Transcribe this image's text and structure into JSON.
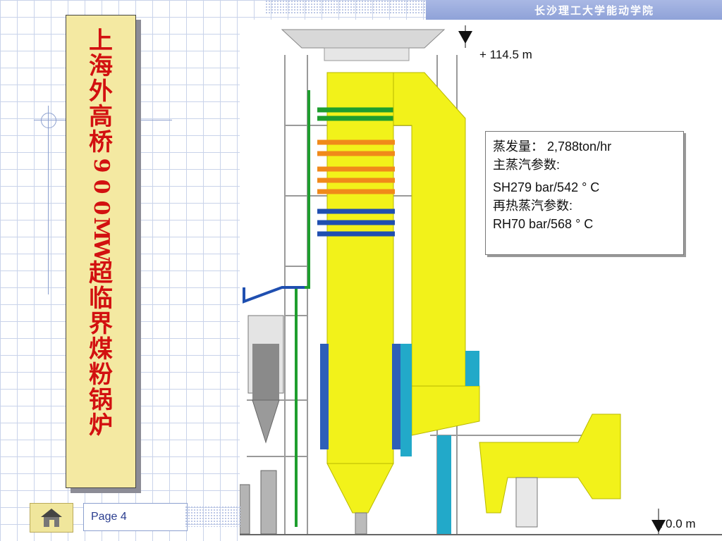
{
  "header": {
    "org_name": "长沙理工大学能动学院"
  },
  "title": {
    "chars": [
      "上",
      "海",
      "外",
      "高",
      "桥",
      "9",
      "0",
      "0",
      "M",
      "W",
      "超",
      "临",
      "界",
      "煤",
      "粉",
      "锅",
      "炉"
    ]
  },
  "diagram": {
    "elevation_top": "+ 114.5 m",
    "elevation_bottom": "± 0.0 m",
    "info": {
      "line1": "蒸发量： 2,788ton/hr",
      "line2": "主蒸汽参数:",
      "line3": "SH279 bar/542 ° C",
      "line4": "再热蒸汽参数:",
      "line5": "RH70 bar/568 ° C"
    }
  },
  "footer": {
    "page_label": "Page 4",
    "home_icon": "house-icon"
  },
  "colors": {
    "title_text": "#d21010",
    "title_bg": "#f4e9a2",
    "boiler_yellow": "#f2f21a",
    "superheater_green": "#1e9e2e",
    "superheater_orange": "#f08a1a",
    "reheater_blue": "#1f4fb0",
    "duct_cyan": "#22a9c9"
  }
}
